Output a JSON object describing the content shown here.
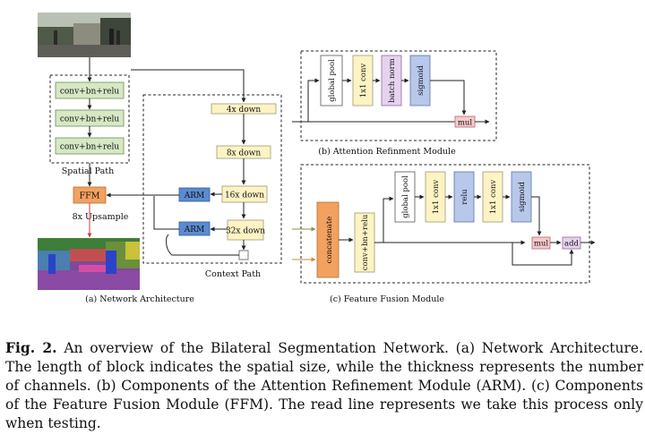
{
  "net": {
    "block1": "conv+bn+relu",
    "block2": "conv+bn+relu",
    "block3": "conv+bn+relu",
    "spatial_path": "Spatial Path",
    "ffm": "FFM",
    "upsample": "8x Upsample",
    "arm1": "ARM",
    "arm2": "ARM",
    "down4": "4x down",
    "down8": "8x down",
    "down16": "16x down",
    "down32": "32x down",
    "context_path": "Context Path",
    "caption": "(a) Network Architecture"
  },
  "arm_module": {
    "b1": "global pool",
    "b2": "1x1 conv",
    "b3": "batch norm",
    "b4": "sigmoid",
    "mul": "mul",
    "caption": "(b) Attention Refinment Module"
  },
  "ffm_module": {
    "concat": "concatenate",
    "cbr": "conv+bn+relu",
    "b1": "global pool",
    "b2": "1x1 conv",
    "b3": "relu",
    "b4": "1x1 conv",
    "b5": "sigmoid",
    "mul": "mul",
    "add": "add",
    "caption": "(c) Feature Fusion Module"
  },
  "caption": {
    "label": "Fig. 2.",
    "text": " An overview of the Bilateral Segmentation Network. (a) Network Architecture. The length of block indicates the spatial size, while the thickness represents the number of channels. (b) Components of the Attention Refinement Module (ARM). (c) Components of the Feature Fusion Module (FFM). The read line represents we take this process only when testing."
  }
}
